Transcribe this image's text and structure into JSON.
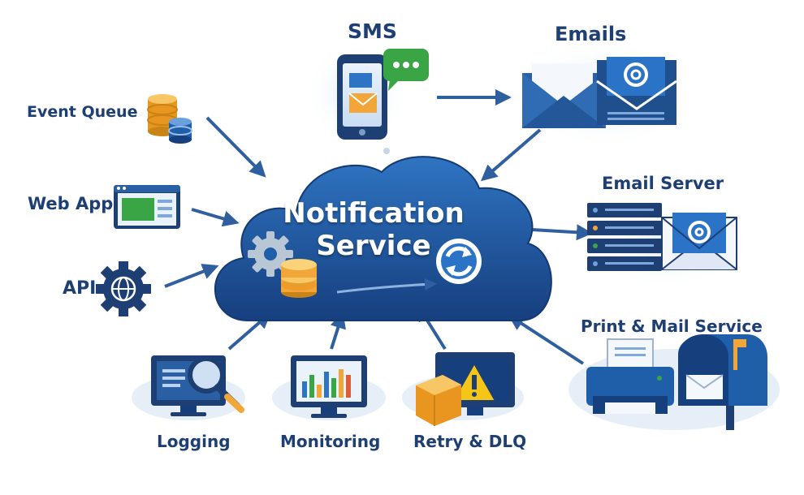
{
  "center": {
    "line1": "Notification",
    "line2": "Service"
  },
  "nodes": {
    "sms": "SMS",
    "emails": "Emails",
    "event_queue": "Event Queue",
    "web_app": "Web App",
    "api": "API",
    "email_server": "Email Server",
    "print_mail": "Print & Mail Service",
    "logging": "Logging",
    "monitoring": "Monitoring",
    "retry_dlq": "Retry & DLQ"
  },
  "colors": {
    "navy": "#1d3f73",
    "cloud": "#1f5ea8",
    "accent_orange": "#f2a63a",
    "accent_green": "#3aa545",
    "warning_yellow": "#f5c518"
  }
}
